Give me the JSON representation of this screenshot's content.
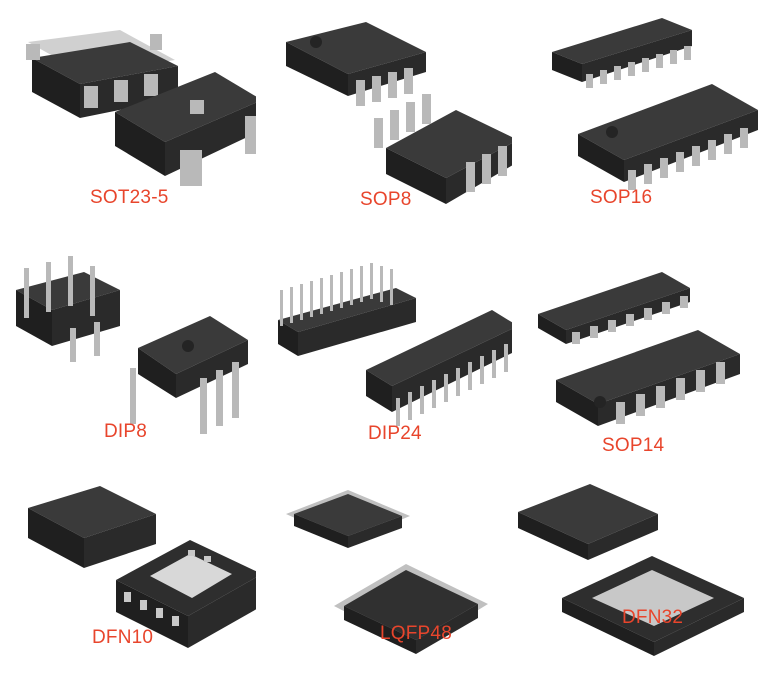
{
  "packages": [
    {
      "id": "sot23-5",
      "label": "SOT23-5"
    },
    {
      "id": "sop8",
      "label": "SOP8"
    },
    {
      "id": "sop16",
      "label": "SOP16"
    },
    {
      "id": "dip8",
      "label": "DIP8"
    },
    {
      "id": "dip24",
      "label": "DIP24"
    },
    {
      "id": "sop14",
      "label": "SOP14"
    },
    {
      "id": "dfn10",
      "label": "DFN10"
    },
    {
      "id": "lqfp48",
      "label": "LQFP48"
    },
    {
      "id": "dfn32",
      "label": "DFN32"
    }
  ],
  "colors": {
    "label": "#e8452c",
    "body_top": "#3a3a3a",
    "body_side": "#1f1f1f",
    "lead": "#b9b9b9",
    "pad": "#d8d8d8"
  }
}
